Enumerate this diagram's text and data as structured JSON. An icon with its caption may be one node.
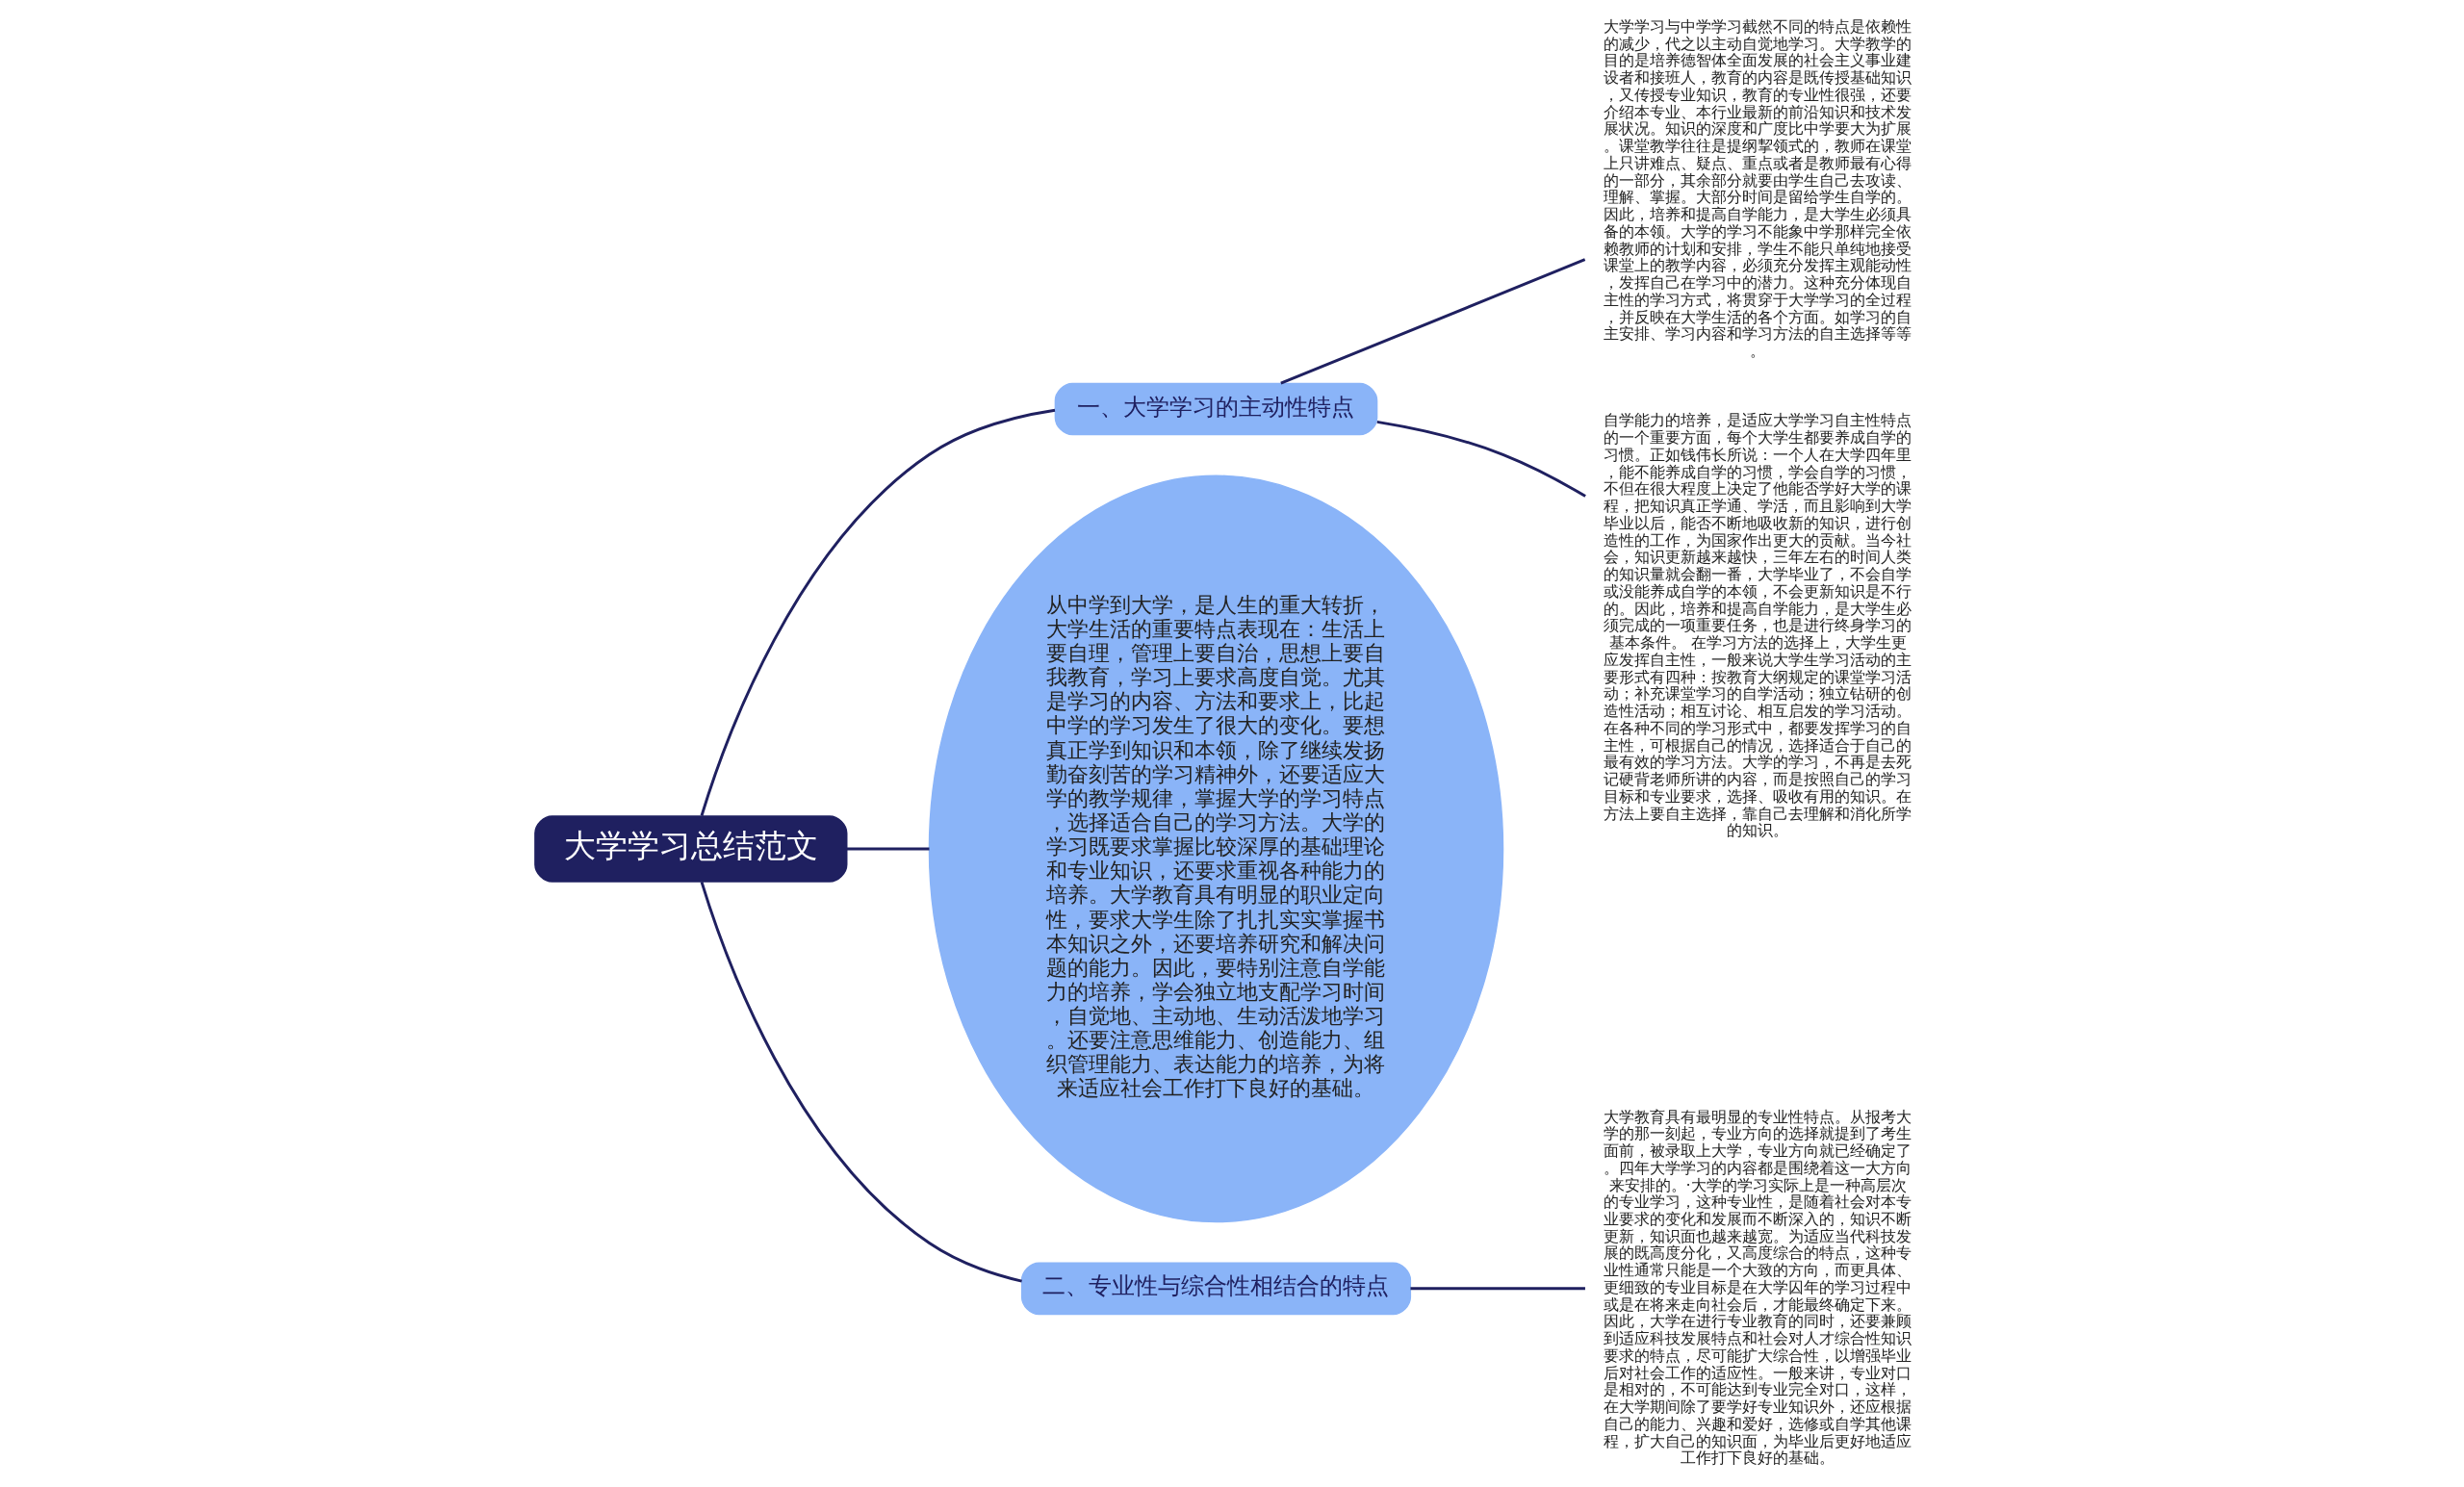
{
  "diagram": {
    "nodes": [
      {
        "text": [
          "大学学习总结范文"
        ]
      },
      {
        "text": [
          "一、大学学习的主动性特点"
        ]
      },
      {
        "text": [
          "大学学习与中学学习截然不同的特点是依赖性的减少，代之以主动自觉地学习。大学教学的目的是培养德智体全面发展的社会主义事业建设者和接班人，教育的内容是既传授基础知识，又传授专业知识，教育的专业性很强，还要介绍本专业、本行业最新的前沿知识和技术发展状况。知识的深度和广度比中学要大为扩展。课堂教学往往是提纲挈领式的，教师在课堂上只讲难点、疑点、重点或者是教师最有心得的一部分，其余部分就要由学生自己去攻读、理解、掌握。大部分时间是留给学生自学的。因此，培养和提高自学能力，是大学生必须具备的本领。大学的学习不能象中学那样完全依赖教师的计划和安排，学生不能只单纯地接受课堂上的教学内容，必须充分发挥主观能动性，发挥自己在学习中的潜力。这种充分体现自主性的学习方式，将贯穿于大学学习的全过程，并反映在大学生活的各个方面。如学习的自主安排、学习内容和学习方法的自主选择等等。"
        ]
      },
      {
        "text": [
          "自学能力的培养，是适应大学学习自主性特点的一个重要方面，每个大学生都要养成自学的习惯。正如钱伟长所说：一个人在大学四年里，能不能养成自学的习惯，学会自学的习惯，不但在很大程度上决定了他能否学好大学的课程，把知识真正学通、学活，而且影响到大学毕业以后，能否不断地吸收新的知识，进行创造性的工作，为国家作出更大的贡献。当今社会，知识更新越来越快，三年左右的时间人类的知识量就会翻一番，大学毕业了，不会自学或没能养成自学的本领，不会更新知识是不行的。因此，培养和提高自学能力，是大学生必须完成的一项重要任务，也是进行终身学习的基本条件。 在学习方法的选择上，大学生更应发挥自主性，一般来说大学生学习活动的主要形式有四种：按教育大纲规定的课堂学习活动；补充课堂学习的自学活动；独立钻研的创造性活动；相互讨论、相互启发的学习活动。在各种不同的学习形式中，都要发挥学习的自主性，可根据自己的情况，选择适合于自己的最有效的学习方法。大学的学习，不再是去死记硬背老师所讲的内容，而是按照自己的学习目标和专业要求，选择、吸收有用的知识。在方法上要自主选择，靠自己去理解和消化所学的知识。"
        ]
      },
      {
        "text": [
          "从中学到大学，是人生的重大转折，大学生活的重要特点表现在：生活上要自理，管理上要自治，思想上要自我教育，学习上要求高度自觉。尤其是学习的内容、方法和要求上，比起中学的学习发生了很大的变化。要想真正学到知识和本领，除了继续发扬勤奋刻苦的学习精神外，还要适应大学的教学规律，掌握大学的学习特点，选择适合自己的学习方法。大学的学习既要求掌握比较深厚的基础理论和专业知识，还要求重视各种能力的培养。大学教育具有明显的职业定向性，要求大学生除了扎扎实实掌握书本知识之外，还要培养研究和解决问题的能力。因此，要特别注意自学能力的培养，学会独立地支配学习时间，自觉地、主动地、生动活泼地学习。还要注意思维能力、创造能力、组织管理能力、表达能力的培养，为将来适应社会工作打下良好的基础。"
        ]
      },
      {
        "text": [
          "二、专业性与综合性相结合的特点"
        ]
      },
      {
        "text": [
          "大学教育具有最明显的专业性特点。从报考大学的那一刻起，专业方向的选择就提到了考生面前，被录取上大学，专业方向就已经确定了。四年大学学习的内容都是围绕着这一大方向来安排的。·大学的学习实际上是一种高层次的专业学习，这种专业性，是随着社会对本专业要求的变化和发展而不断深入的，知识不断更新，知识面也越来越宽。为适应当代科技发展的既高度分化，又高度综合的特点，这种专业性通常只能是一个大致的方向，而更具体、更细致的专业目标是在大学囚年的学习过程中或是在将来走向社会后，才能最终确定下来。因此，大学在进行专业教育的同时，还要兼顾到适应科技发展特点和社会对人才综合性知识要求的特点，尽可能扩大综合性，以增强毕业后对社会工作的适应性。一般来讲，专业对口是相对的，不可能达到专业完全对口，这样，在大学期间除了要学好专业知识外，还应根据自己的能力、兴趣和爱好，选修或自学其他课程，扩大自己的知识面，为毕业后更好地适应工作打下良好的基础。"
        ]
      }
    ],
    "edges": [
      {
        "from": 0,
        "to": 1,
        "arrow": "none"
      },
      {
        "from": 1,
        "to": 2,
        "arrow": "none"
      },
      {
        "from": 1,
        "to": 3,
        "arrow": "none"
      },
      {
        "from": 0,
        "to": 4,
        "arrow": "none"
      },
      {
        "from": 0,
        "to": 5,
        "arrow": "none"
      },
      {
        "from": 5,
        "to": 6,
        "arrow": "none"
      }
    ]
  }
}
